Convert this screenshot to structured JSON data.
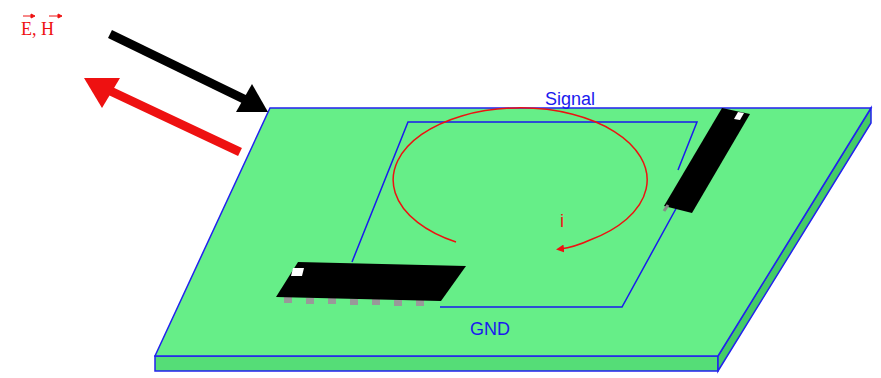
{
  "diagram": {
    "labels": [
      "E, H",
      "Signal",
      "GND",
      "i"
    ]
  }
}
